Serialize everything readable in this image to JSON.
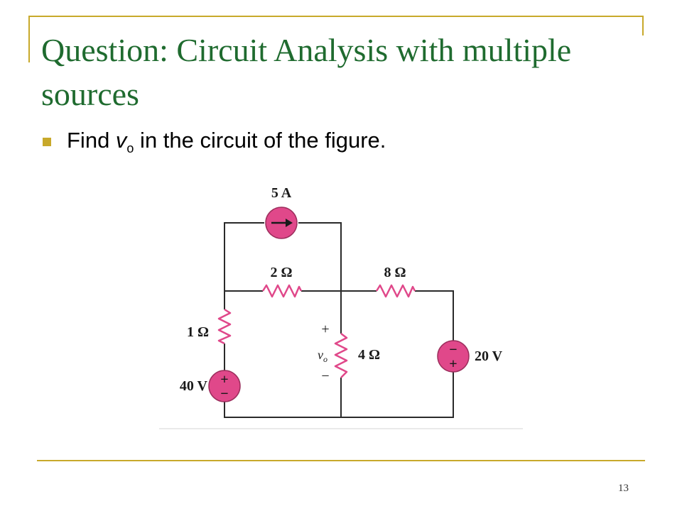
{
  "slide": {
    "title": "Question: Circuit Analysis with multiple sources",
    "bullet_text_prefix": "Find ",
    "bullet_var": "v",
    "bullet_sub": "o",
    "bullet_text_suffix": " in the circuit of the figure.",
    "page_number": "13"
  },
  "colors": {
    "title": "#1f6b2f",
    "accent": "#c8a92b",
    "component": "#e0488a"
  },
  "circuit": {
    "current_source": "5 A",
    "r_top": "2 Ω",
    "r_right": "8 Ω",
    "r_left": "1 Ω",
    "r_mid": "4 Ω",
    "v_left": "40 V",
    "v_right": "20 V",
    "vo": "v",
    "vo_sub": "o",
    "plus": "+",
    "minus": "−"
  }
}
